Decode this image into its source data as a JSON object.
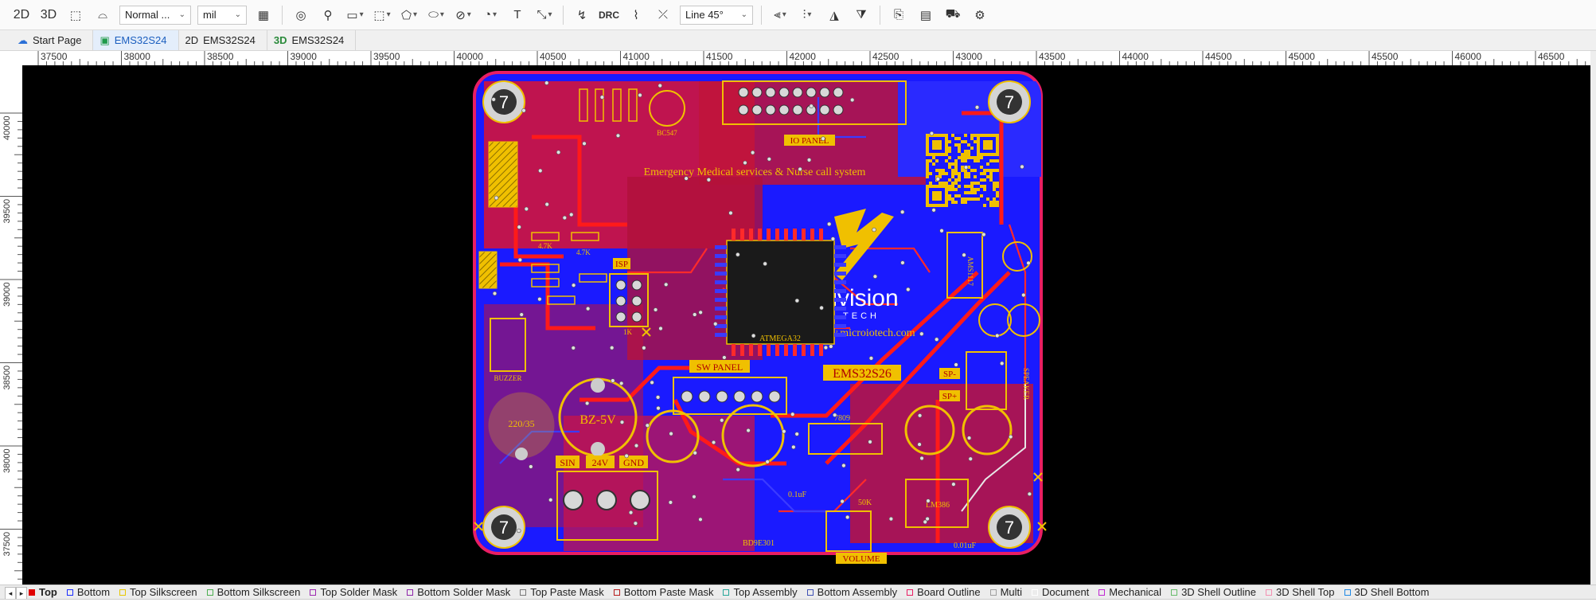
{
  "toolbar": {
    "view_2d": "2D",
    "view_3d": "3D",
    "mode_select": "Normal ...",
    "unit_select": "mil",
    "drc_label": "DRC",
    "line_mode": "Line 45°"
  },
  "tabs": [
    {
      "label": "Start Page",
      "icon": "cloud-icon"
    },
    {
      "label": "EMS32S24",
      "icon": "pcb-icon",
      "active": true
    },
    {
      "label": "EMS32S24",
      "prefix": "2D"
    },
    {
      "label": "EMS32S24",
      "prefix": "3D"
    }
  ],
  "ruler": {
    "top_labels": [
      "37500",
      "38000",
      "38500",
      "39000",
      "39500",
      "40000",
      "40500",
      "41000",
      "41500",
      "42000",
      "42500",
      "43000",
      "43500",
      "44000",
      "44500",
      "45000",
      "45500",
      "46000",
      "46500"
    ],
    "left_labels": [
      "40000",
      "39500",
      "39000",
      "38500",
      "38000",
      "37500"
    ]
  },
  "pcb": {
    "title_silk": "Emergency Medical  services  &  Nurse call system",
    "board_name": "EMS32S26",
    "brand": "dvision",
    "brand_sub": "TECH",
    "website": "www.microiotech.com",
    "io_panel": "IO PANEL",
    "sw_panel": "SW PANEL",
    "isp": "ISP",
    "volume": "VOLUME",
    "buzzer": "BUZZER",
    "speaker": "SPEAKER",
    "sp_minus": "SP-",
    "sp_plus": "SP+",
    "sin": "SIN",
    "v24": "24V",
    "gnd": "GND",
    "mount_hole": "7",
    "parts": {
      "bc547": "BC547",
      "r4k7": "4.7K",
      "r1k": "1K",
      "c220": "220/35",
      "bz5v": "BZ-5V",
      "lm386": "LM386",
      "k50": "50K",
      "cap01": "0.1uF",
      "cap001": "0.01uF",
      "r7809": "7809",
      "bd9": "BD9E301",
      "ams": "AMS1117",
      "mcu": "ATMEGA32"
    }
  },
  "layers": [
    {
      "name": "Top",
      "color": "#e00000",
      "active": true
    },
    {
      "name": "Bottom",
      "color": "#1a2cff"
    },
    {
      "name": "Top Silkscreen",
      "color": "#e8c800"
    },
    {
      "name": "Bottom Silkscreen",
      "color": "#4caf50"
    },
    {
      "name": "Top Solder Mask",
      "color": "#9c27b0"
    },
    {
      "name": "Bottom Solder Mask",
      "color": "#8e24aa"
    },
    {
      "name": "Top Paste Mask",
      "color": "#777777"
    },
    {
      "name": "Bottom Paste Mask",
      "color": "#b71c1c"
    },
    {
      "name": "Top Assembly",
      "color": "#26a69a"
    },
    {
      "name": "Bottom Assembly",
      "color": "#3f51b5"
    },
    {
      "name": "Board Outline",
      "color": "#e91e63"
    },
    {
      "name": "Multi",
      "color": "#9e9e9e"
    },
    {
      "name": "Document",
      "color": "#ffffff"
    },
    {
      "name": "Mechanical",
      "color": "#c026d3"
    },
    {
      "name": "3D Shell Outline",
      "color": "#66bb6a"
    },
    {
      "name": "3D Shell Top",
      "color": "#f48fb1"
    },
    {
      "name": "3D Shell Bottom",
      "color": "#1e88e5"
    }
  ]
}
